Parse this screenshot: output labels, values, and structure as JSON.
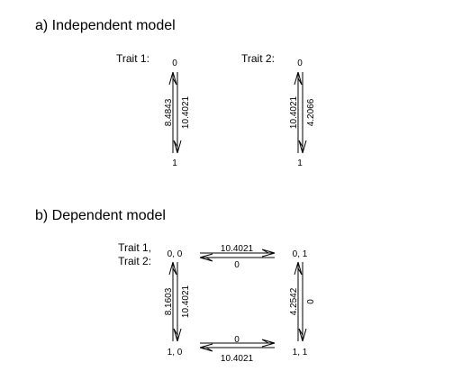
{
  "panel_a": {
    "title": "a) Independent model",
    "trait1": {
      "label": "Trait 1:",
      "state_top": "0",
      "state_bottom": "1",
      "rate_up": "8.4843",
      "rate_down": "10.4021"
    },
    "trait2": {
      "label": "Trait 2:",
      "state_top": "0",
      "state_bottom": "1",
      "rate_up": "10.4021",
      "rate_down": "4.2066"
    }
  },
  "panel_b": {
    "title": "b) Dependent model",
    "label_line1": "Trait 1,",
    "label_line2": "Trait 2:",
    "states": {
      "s00": "0, 0",
      "s01": "0, 1",
      "s10": "1, 0",
      "s11": "1, 1"
    },
    "rates": {
      "top_right": "10.4021",
      "top_left": "0",
      "left_up": "8.1603",
      "left_down": "10.4021",
      "right_up": "4.2542",
      "right_down": "0",
      "bottom_right": "0",
      "bottom_left": "10.4021"
    }
  }
}
